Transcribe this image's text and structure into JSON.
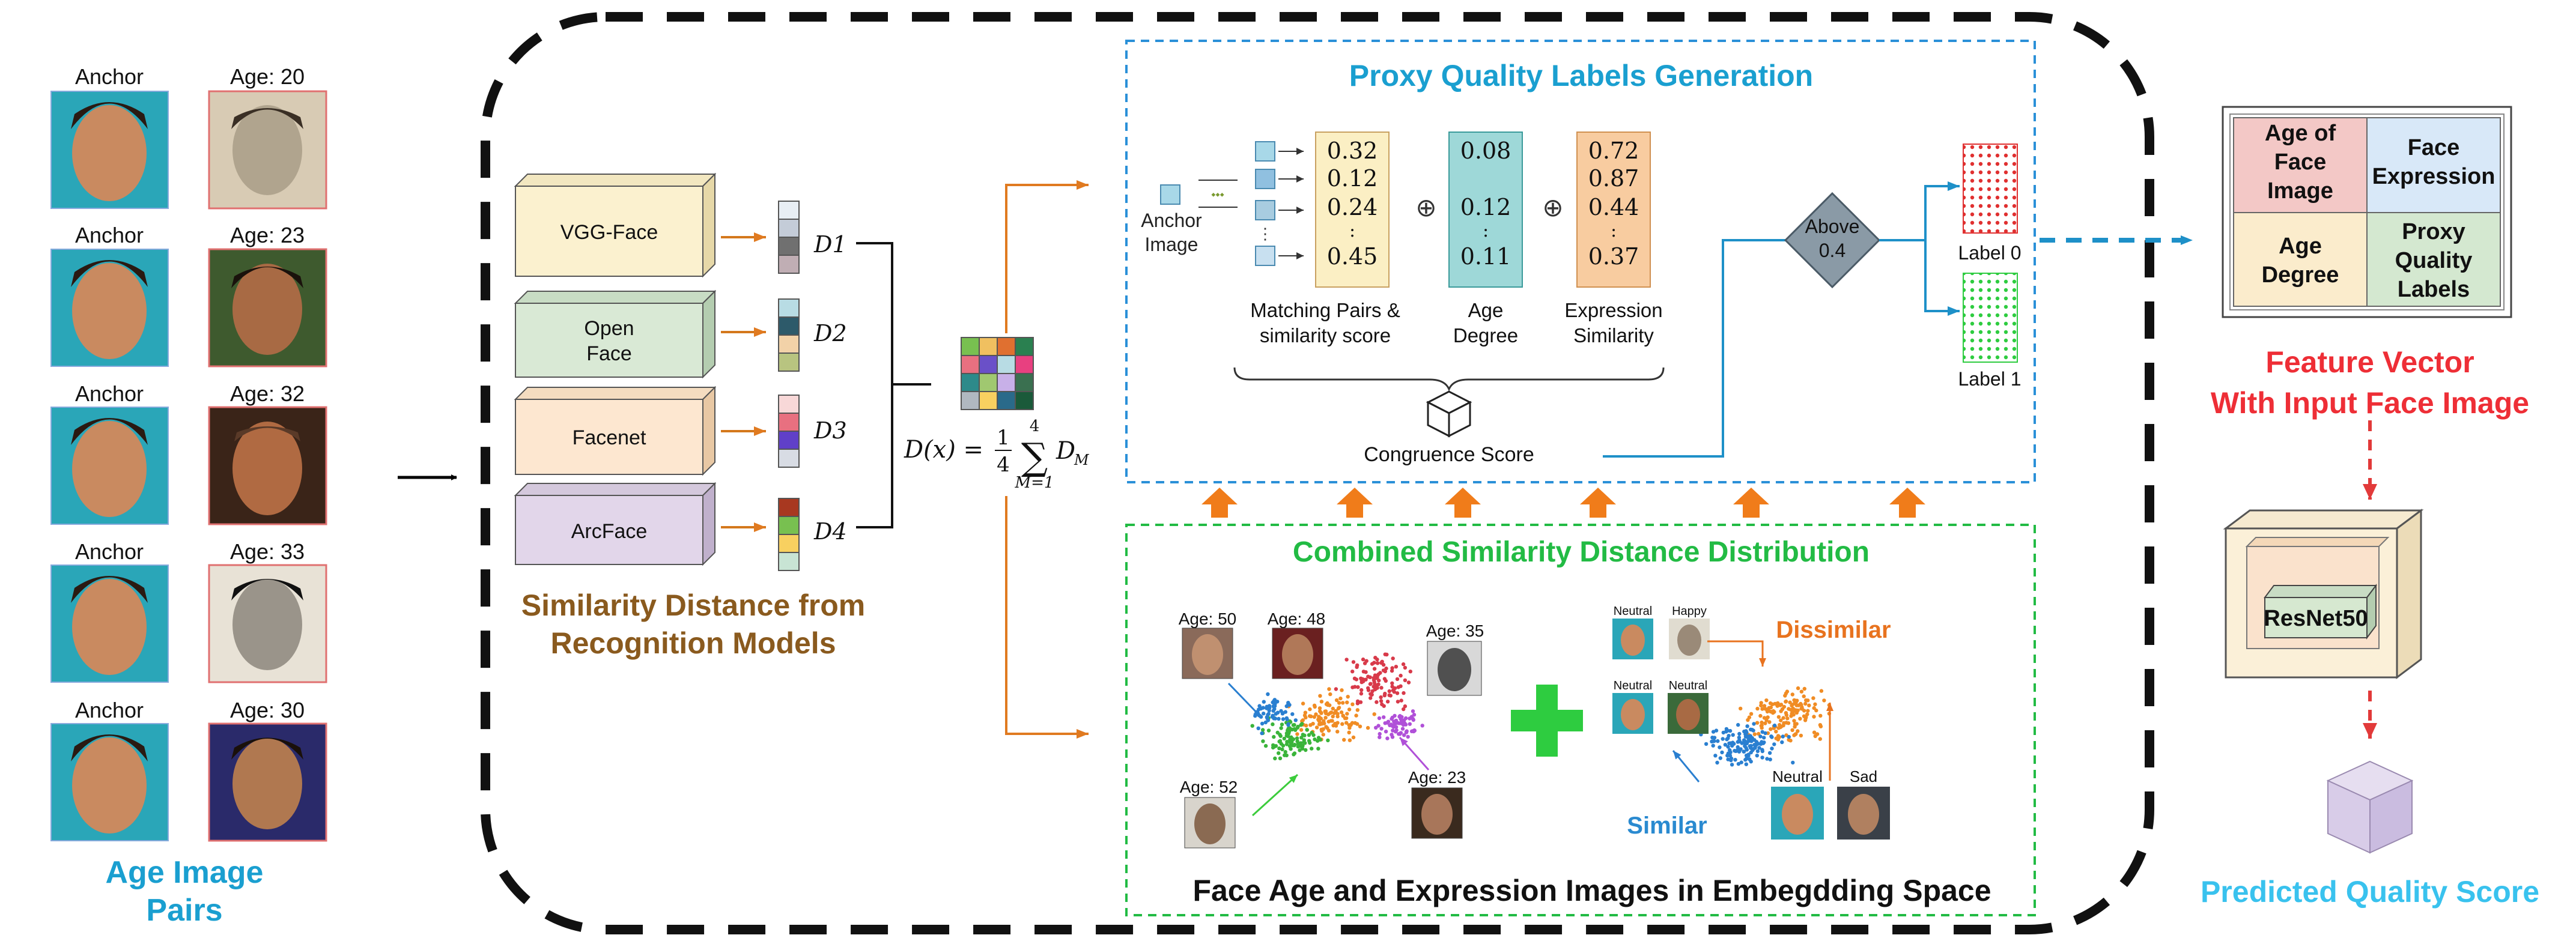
{
  "pairs": {
    "anchor_label": "Anchor",
    "ages": [
      "Age: 20",
      "Age: 23",
      "Age: 32",
      "Age: 33",
      "Age: 30"
    ],
    "title_line1": "Age Image",
    "title_line2": "Pairs"
  },
  "models": {
    "names": [
      "VGG-Face",
      "Open",
      "Face",
      "Facenet",
      "ArcFace"
    ],
    "distance_labels": [
      "D1",
      "D2",
      "D3",
      "D4"
    ],
    "caption_line1": "Similarity Distance from",
    "caption_line2": "Recognition Models"
  },
  "formula": {
    "lhs": "D(x) =",
    "frac_num": "1",
    "frac_den": "4",
    "sum_top": "4",
    "sum_bottom": "M=1",
    "term": "D",
    "term_sub": "M"
  },
  "proxy": {
    "title": "Proxy Quality Labels Generation",
    "anchor_line1": "Anchor",
    "anchor_line2": "Image",
    "matching_values": [
      "0.32",
      "0.12",
      "0.24",
      ":",
      "0.45"
    ],
    "age_values": [
      "0.08",
      "0.12",
      ":",
      "0.11"
    ],
    "expression_values": [
      "0.72",
      "0.87",
      "0.44",
      ":",
      "0.37"
    ],
    "matching_caption_line1": "Matching Pairs &",
    "matching_caption_line2": "similarity score",
    "age_caption_line1": "Age",
    "age_caption_line2": "Degree",
    "expr_caption_line1": "Expression",
    "expr_caption_line2": "Similarity",
    "oplus": "⊕",
    "congruence": "Congruence Score",
    "threshold_line1": "Above",
    "threshold_line2": "0.4",
    "label0": "Label 0",
    "label1": "Label 1"
  },
  "combined": {
    "title": "Combined Similarity Distance Distribution",
    "bottom_title": "Face Age and Expression Images in Embegdding Space",
    "ages": [
      "Age: 50",
      "Age: 48",
      "Age: 35",
      "Age: 52",
      "Age: 23"
    ],
    "expr_labels": [
      "Neutral",
      "Happy",
      "Neutral",
      "Neutral",
      "Neutral",
      "Sad"
    ],
    "dissimilar": "Dissimilar",
    "similar": "Similar"
  },
  "feature": {
    "cells": [
      "Age of",
      "Face",
      "Image",
      "Face",
      "Expression",
      "Age",
      "Degree",
      "Proxy",
      "Quality",
      "Labels"
    ],
    "title_line1": "Feature Vector",
    "title_line2": "With Input Face Image",
    "backbone": "ResNet50",
    "output": "Predicted Quality Score"
  },
  "colors": {
    "blue_title": "#1a9fd0",
    "green_title": "#22bb44",
    "brown_text": "#8a5a1e",
    "red_text": "#ee2e36",
    "cyan_text": "#39c2ee",
    "orange_arrow": "#f07c1a",
    "teal_line": "#1e90c8"
  }
}
